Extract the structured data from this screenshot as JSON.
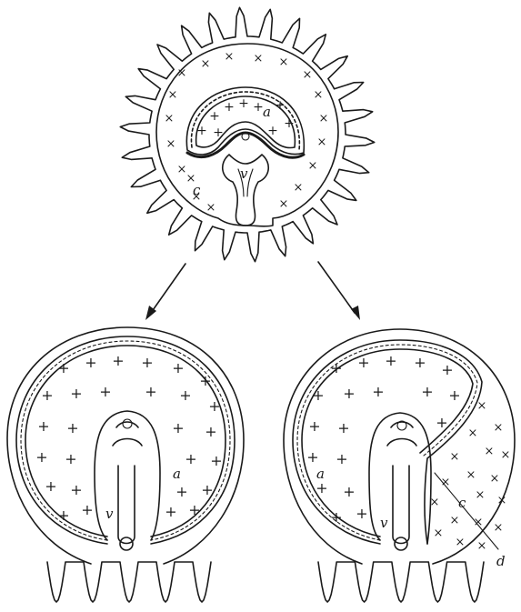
{
  "figure": {
    "top": {
      "labels": {
        "a": "a",
        "v": "v",
        "c": "c"
      }
    },
    "bottom_left": {
      "labels": {
        "a": "a",
        "v": "v"
      }
    },
    "bottom_right": {
      "labels": {
        "a": "a",
        "v": "v",
        "c": "c",
        "d": "d"
      }
    },
    "markers": {
      "amnion_symbol": "+",
      "chorion_symbol": "×"
    },
    "ink_color": "#1a1a1a",
    "background_color": "#ffffff"
  }
}
